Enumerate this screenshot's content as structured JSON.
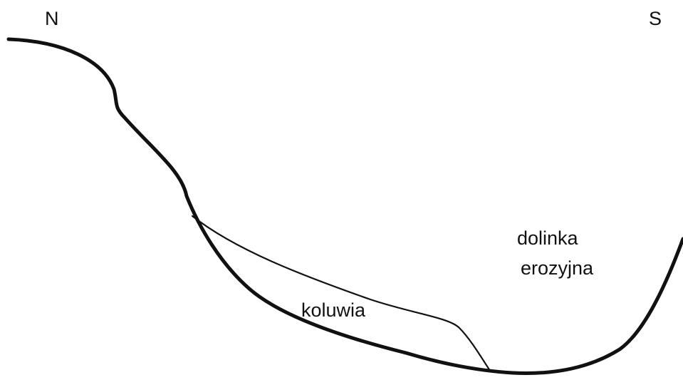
{
  "labels": {
    "north": "N",
    "south": "S",
    "valley_line1": "dolinka",
    "valley_line2": "erozyjna",
    "colluvium": "koluwia"
  },
  "colors": {
    "stroke": "#111111",
    "background": "#ffffff"
  }
}
